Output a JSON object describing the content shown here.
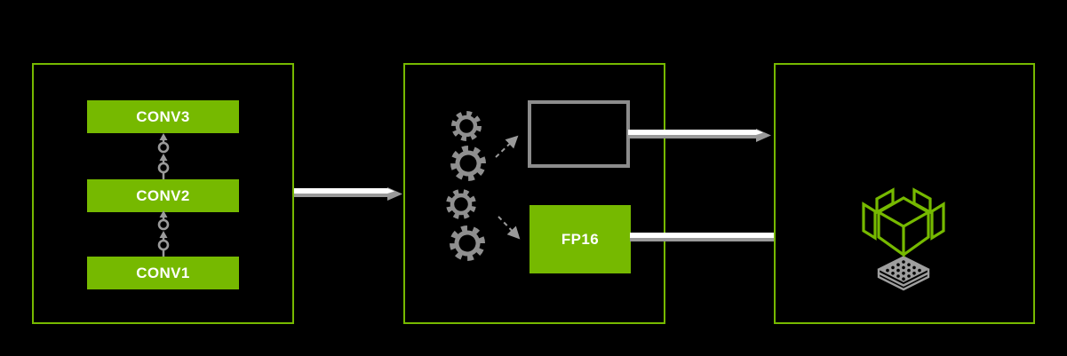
{
  "diagram": {
    "description": "Three-stage neural network optimization flow on black background",
    "colors": {
      "background": "#000000",
      "nvidia_green": "#76b900",
      "gray": "#999999",
      "gray_box_border": "#8c8c8c",
      "text_white": "#ffffff"
    },
    "model_panel": {
      "layers": [
        "CONV3",
        "CONV2",
        "CONV1"
      ],
      "connector_icon": "chain-link-up-arrow-icon"
    },
    "optimizer_panel": {
      "gear_icon": "gear-icon",
      "gear_count": 4,
      "empty_box_label": "",
      "precision_box_label": "FP16"
    },
    "engine_panel": {
      "icons": [
        "open-box-icon",
        "perforated-chip-stack-icon"
      ]
    },
    "arrows": {
      "input_arrow": "model-to-optimizer",
      "top_output_arrow": "gray-box-output",
      "bottom_output_arrow": "fp16-output"
    }
  }
}
